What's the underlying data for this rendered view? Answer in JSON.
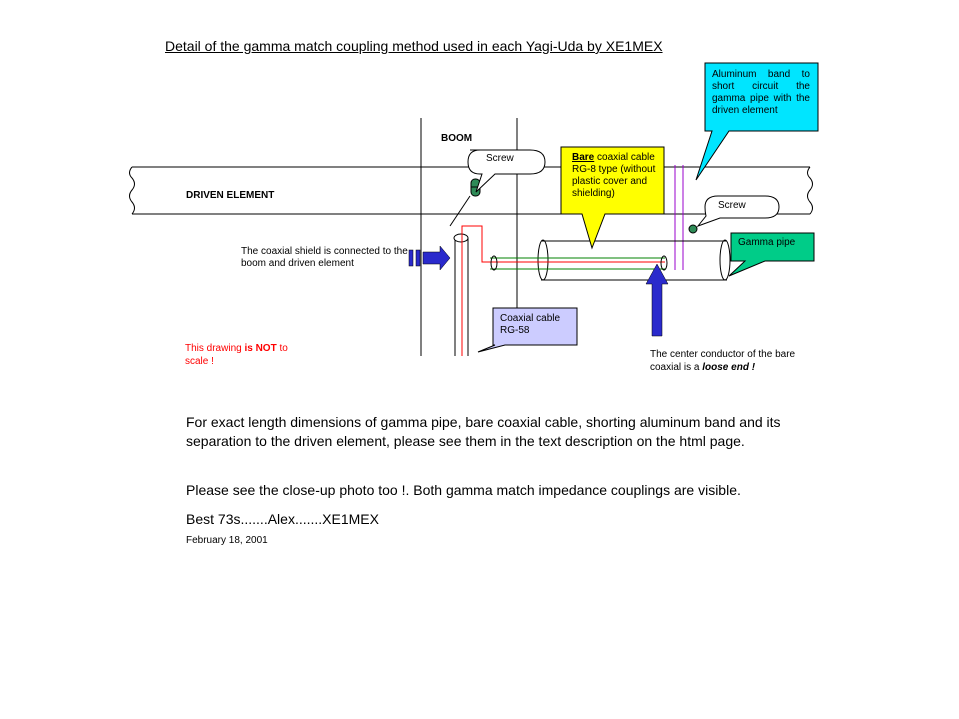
{
  "title": "Detail of the gamma match coupling method used in each Yagi-Uda by XE1MEX",
  "labels": {
    "boom": "BOOM",
    "driven_element": "DRIVEN ELEMENT",
    "screw_top": "Screw",
    "screw_right": "Screw",
    "bare_coax_bold": "Bare",
    "bare_coax_rest": " coaxial cable RG-8 type (without plastic cover and shielding)",
    "aluminum_band": "Aluminum band to short circuit the gamma pipe with the driven element",
    "gamma_pipe": "Gamma pipe",
    "coax_shield": "The coaxial shield is connected to the boom and driven element",
    "coax_cable": "Coaxial cable RG-58",
    "scale_pre": "This drawing ",
    "scale_bold": "is NOT",
    "scale_post": " to scale !",
    "center_pre": "The center conductor of the bare coaxial is a ",
    "center_bold": "loose end !"
  },
  "text": {
    "para1": "For exact length dimensions of gamma pipe, bare coaxial cable, shorting aluminum band and its separation to the driven element, please see them in the text description on the html page.",
    "para2": "Please see the close-up photo too !. Both gamma match impedance couplings are visible.",
    "para3": "Best 73s.......Alex.......XE1MEX",
    "date": "February 18, 2001"
  },
  "colors": {
    "callout_white": "#ffffff",
    "callout_yellow": "#ffff00",
    "callout_cyan": "#00e5ff",
    "callout_green": "#00cc88",
    "callout_lavender": "#ccccff",
    "arrow_blue": "#2a2acc",
    "wire_red": "#ff0000",
    "wire_green": "#008000",
    "band_purple": "#9900cc",
    "screw_green": "#2e8b57"
  }
}
